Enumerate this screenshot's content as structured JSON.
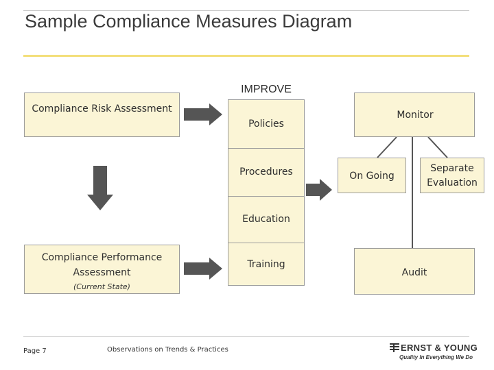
{
  "title": "Sample Compliance Measures Diagram",
  "diagram": {
    "improve_label": "IMPROVE",
    "risk_assessment": "Compliance Risk Assessment",
    "performance_assessment_line1": "Compliance Performance",
    "performance_assessment_line2": "Assessment",
    "current_state": "(Current State)",
    "improve_items": [
      "Policies",
      "Procedures",
      "Education",
      "Training"
    ],
    "monitor": {
      "label": "Monitor",
      "on_going": "On Going",
      "separate_line1": "Separate",
      "separate_line2": "Evaluation",
      "audit": "Audit"
    }
  },
  "footer": {
    "page": "Page 7",
    "subtitle": "Observations on Trends & Practices",
    "logo_name": "ERNST & YOUNG",
    "logo_tagline": "Quality In Everything We Do"
  },
  "colors": {
    "box_fill": "#fbf5d6",
    "gold_rule": "#f3df7a",
    "arrow": "#555555"
  }
}
